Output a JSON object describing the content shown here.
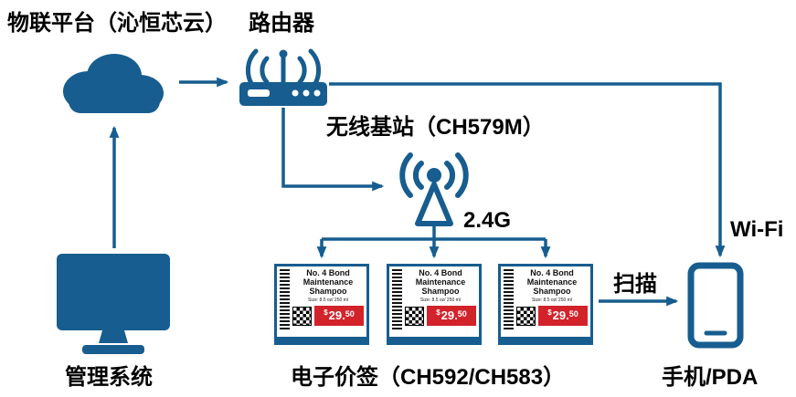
{
  "colors": {
    "primary": "#175d8f",
    "price_red": "#d2232a",
    "text": "#000000"
  },
  "nodes": {
    "iot_platform": {
      "label": "物联平台（沁恒芯云）"
    },
    "router": {
      "label": "路由器"
    },
    "base_station": {
      "label": "无线基站（CH579M）"
    },
    "management_system": {
      "label": "管理系统"
    },
    "price_tags": {
      "label": "电子价签（CH592/CH583）"
    },
    "phone": {
      "label": "手机/PDA"
    }
  },
  "edges": {
    "freq_label": "2.4G",
    "wifi_label": "Wi-Fi",
    "scan_label": "扫描"
  },
  "price_tag": {
    "title_lines": [
      "No. 4 Bond",
      "Maintenance",
      "Shampoo"
    ],
    "subtitle": "Size: 8.5 oz/ 250 ml",
    "price_currency": "$",
    "price_main": "29.",
    "price_minor": "50"
  }
}
